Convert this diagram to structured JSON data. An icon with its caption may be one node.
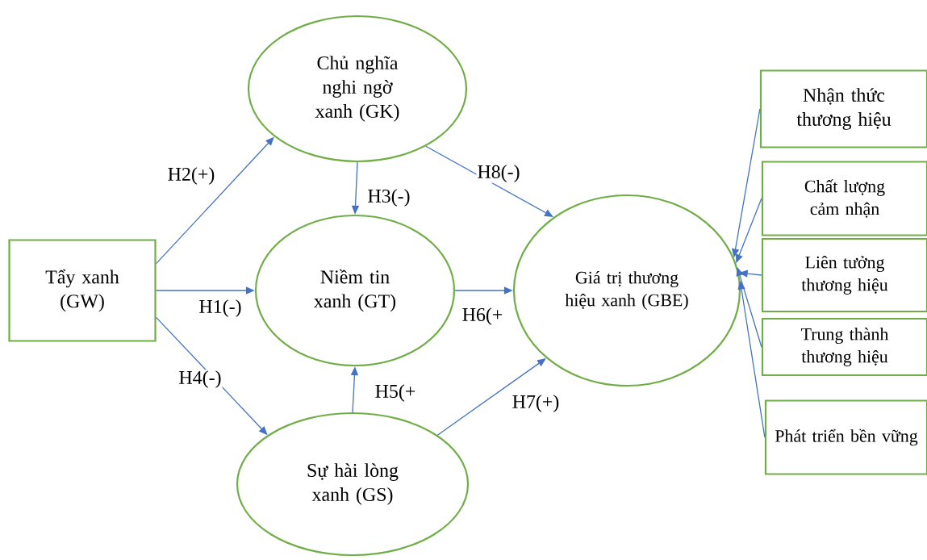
{
  "diagram": {
    "nodes": [
      {
        "text": [
          "Tẩy xanh (GW)"
        ]
      },
      {
        "text": [
          "Chủ nghĩa nghi ngờ xanh (GK)"
        ]
      },
      {
        "text": [
          "Niềm tin xanh (GT)"
        ]
      },
      {
        "text": [
          "Sự hài lòng xanh (GS)"
        ]
      },
      {
        "text": [
          "Giá trị thương hiệu xanh (GBE)"
        ]
      },
      {
        "text": [
          "Nhận thức thương hiệu"
        ]
      },
      {
        "text": [
          "Chất lượng cảm nhận"
        ]
      },
      {
        "text": [
          "Liên tưởng thương hiệu"
        ]
      },
      {
        "text": [
          "Trung thành thương hiệu"
        ]
      },
      {
        "text": [
          "Phát triển bền vững"
        ]
      }
    ],
    "edges": [
      {
        "from": 0,
        "to": 1,
        "arrow": "to",
        "label": "H2(+)"
      },
      {
        "from": 0,
        "to": 2,
        "arrow": "to",
        "label": "H1(-)"
      },
      {
        "from": 0,
        "to": 3,
        "arrow": "to",
        "label": "H4(-)"
      },
      {
        "from": 1,
        "to": 2,
        "arrow": "to",
        "label": "H3(-)"
      },
      {
        "from": 1,
        "to": 4,
        "arrow": "to",
        "label": "H8(-)"
      },
      {
        "from": 2,
        "to": 4,
        "arrow": "to",
        "label": "H6(+"
      },
      {
        "from": 3,
        "to": 2,
        "arrow": "to",
        "label": "H5(+"
      },
      {
        "from": 3,
        "to": 4,
        "arrow": "to",
        "label": "H7(+)"
      },
      {
        "from": 5,
        "to": 4,
        "arrow": "to"
      },
      {
        "from": 6,
        "to": 4,
        "arrow": "to"
      },
      {
        "from": 7,
        "to": 4,
        "arrow": "to"
      },
      {
        "from": 8,
        "to": 4,
        "arrow": "to"
      },
      {
        "from": 9,
        "to": 4,
        "arrow": "to"
      }
    ]
  }
}
